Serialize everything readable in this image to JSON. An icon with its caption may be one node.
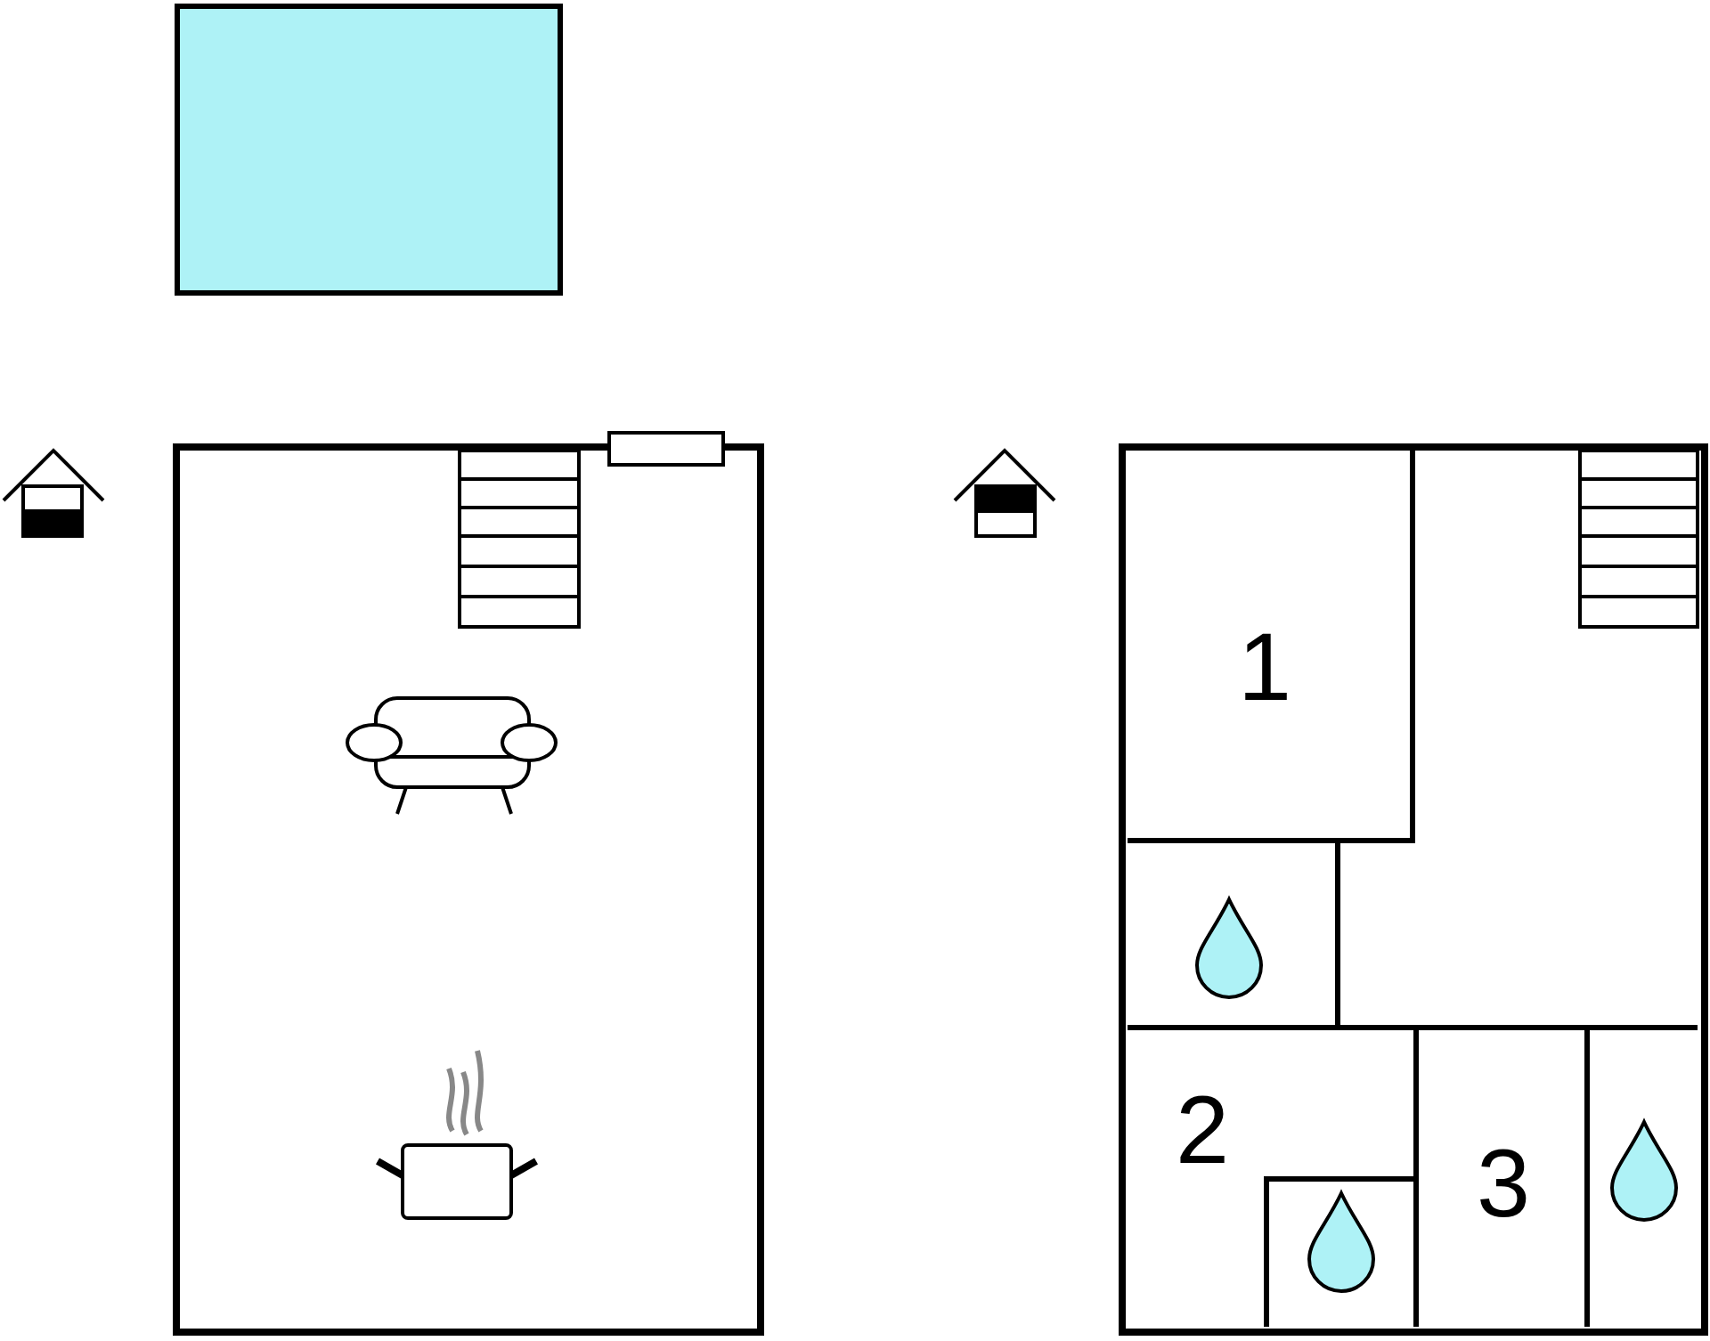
{
  "diagram": {
    "nodes": [
      {
        "text": [],
        "shape": "box"
      },
      {
        "text": [
          "1"
        ]
      },
      {
        "text": [
          "2"
        ]
      },
      {
        "text": [
          "3"
        ]
      }
    ]
  }
}
